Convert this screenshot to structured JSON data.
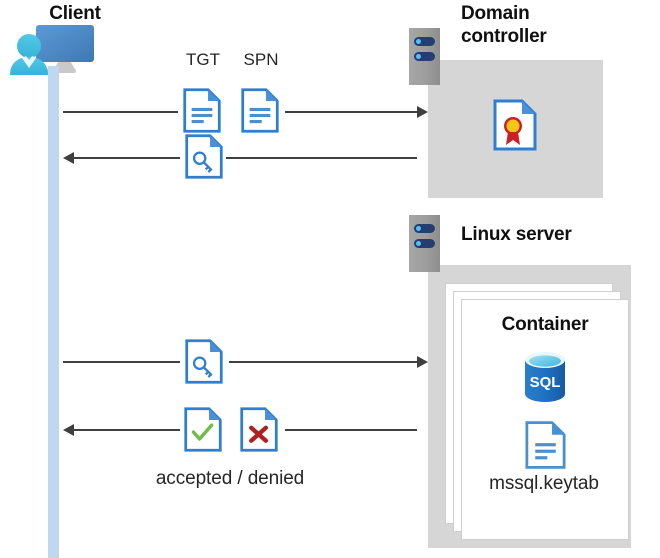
{
  "diagram": {
    "type": "kerberos-authentication-sequence",
    "background": "#ffffff"
  },
  "colors": {
    "lifeline": "#bed8f2",
    "panel_gray": "#d6d6d6",
    "rack_gray": "#9d9d9d",
    "rack_bar": "#253e6e",
    "rack_led": "#4fc3f7",
    "doc_blue": "#2f7ed0",
    "doc_fold": "#4a90d9",
    "arrow": "#3f3f3f",
    "sql_blue": "#1f6fc0",
    "sql_top": "#64c8e8",
    "check_green": "#6fbe4a",
    "cross_red": "#b02020",
    "seal_gold": "#f5c518",
    "seal_ribbon": "#cc2027",
    "text": "#262626"
  },
  "actors": {
    "client": {
      "label": "Client",
      "icon": "client-workstation-icon"
    },
    "domain_controller": {
      "label": "Domain\ncontroller",
      "icon": "server-rack-icon",
      "contents": [
        {
          "icon": "certificate-document-icon",
          "label": ""
        }
      ]
    },
    "linux_server": {
      "label": "Linux server",
      "icon": "server-rack-icon",
      "container": {
        "label": "Container",
        "stack_count": 3,
        "items": [
          {
            "icon": "sql-database-icon",
            "label": "SQL"
          },
          {
            "icon": "keytab-document-icon",
            "label": "mssql.keytab"
          }
        ]
      }
    }
  },
  "messages": [
    {
      "id": "msg-1",
      "direction": "right",
      "from": "client",
      "to": "domain_controller",
      "icons": [
        {
          "name": "tgt-document-icon",
          "tag": "TGT"
        },
        {
          "name": "spn-document-icon",
          "tag": "SPN"
        }
      ],
      "caption": ""
    },
    {
      "id": "msg-2",
      "direction": "left",
      "from": "domain_controller",
      "to": "client",
      "icons": [
        {
          "name": "service-ticket-key-document-icon",
          "tag": ""
        }
      ],
      "caption": ""
    },
    {
      "id": "msg-3",
      "direction": "right",
      "from": "client",
      "to": "linux_server",
      "icons": [
        {
          "name": "service-ticket-key-document-icon",
          "tag": ""
        }
      ],
      "caption": ""
    },
    {
      "id": "msg-4",
      "direction": "left",
      "from": "linux_server",
      "to": "client",
      "icons": [
        {
          "name": "accepted-document-icon",
          "tag": ""
        },
        {
          "name": "denied-document-icon",
          "tag": ""
        }
      ],
      "caption": "accepted / denied"
    }
  ],
  "labels": {
    "tgt": "TGT",
    "spn": "SPN",
    "accepted_denied": "accepted / denied",
    "container": "Container",
    "keytab": "mssql.keytab",
    "sql": "SQL"
  }
}
